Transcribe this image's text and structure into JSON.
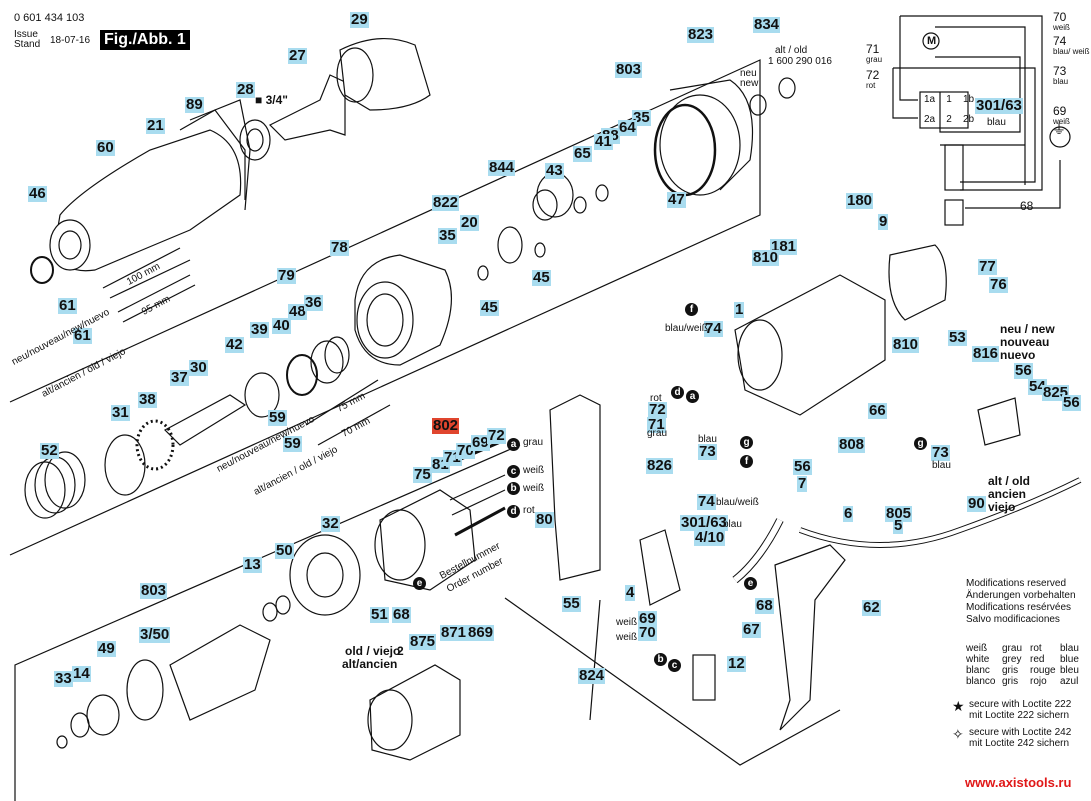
{
  "header": {
    "part_number": "0 601 434 103",
    "issue_label": "Issue",
    "stand_label": "Stand",
    "issue_date": "18-07-16",
    "figure_label": "Fig./Abb. 1"
  },
  "part_labels": [
    {
      "id": "29"
    },
    {
      "id": "27"
    },
    {
      "id": "28"
    },
    {
      "id": "89"
    },
    {
      "id": "21"
    },
    {
      "id": "60"
    },
    {
      "id": "46"
    },
    {
      "id": "61a",
      "text": "61"
    },
    {
      "id": "61b",
      "text": "61"
    },
    {
      "id": "823"
    },
    {
      "id": "834"
    },
    {
      "id": "803a",
      "text": "803"
    },
    {
      "id": "35a",
      "text": "35"
    },
    {
      "id": "88"
    },
    {
      "id": "64"
    },
    {
      "id": "41"
    },
    {
      "id": "65"
    },
    {
      "id": "47"
    },
    {
      "id": "844"
    },
    {
      "id": "43"
    },
    {
      "id": "45a",
      "text": "45"
    },
    {
      "id": "45b",
      "text": "45"
    },
    {
      "id": "822"
    },
    {
      "id": "35b",
      "text": "35"
    },
    {
      "id": "20"
    },
    {
      "id": "78"
    },
    {
      "id": "79"
    },
    {
      "id": "42"
    },
    {
      "id": "39"
    },
    {
      "id": "40"
    },
    {
      "id": "48"
    },
    {
      "id": "36"
    },
    {
      "id": "37"
    },
    {
      "id": "30"
    },
    {
      "id": "38"
    },
    {
      "id": "31"
    },
    {
      "id": "52"
    },
    {
      "id": "59a",
      "text": "59"
    },
    {
      "id": "59b",
      "text": "59"
    },
    {
      "id": "802"
    },
    {
      "id": "75"
    },
    {
      "id": "81"
    },
    {
      "id": "71a",
      "text": "71"
    },
    {
      "id": "70a",
      "text": "70"
    },
    {
      "id": "69a",
      "text": "69"
    },
    {
      "id": "72a",
      "text": "72"
    },
    {
      "id": "80"
    },
    {
      "id": "55"
    },
    {
      "id": "32"
    },
    {
      "id": "50"
    },
    {
      "id": "13"
    },
    {
      "id": "51"
    },
    {
      "id": "68a",
      "text": "68"
    },
    {
      "id": "803b",
      "text": "803"
    },
    {
      "id": "14"
    },
    {
      "id": "3/50"
    },
    {
      "id": "49"
    },
    {
      "id": "33"
    },
    {
      "id": "875"
    },
    {
      "id": "871"
    },
    {
      "id": "869"
    },
    {
      "id": "180"
    },
    {
      "id": "9"
    },
    {
      "id": "181"
    },
    {
      "id": "810a",
      "text": "810"
    },
    {
      "id": "1"
    },
    {
      "id": "74a",
      "text": "74"
    },
    {
      "id": "77"
    },
    {
      "id": "76"
    },
    {
      "id": "53"
    },
    {
      "id": "810b",
      "text": "810"
    },
    {
      "id": "816"
    },
    {
      "id": "56a",
      "text": "56"
    },
    {
      "id": "54"
    },
    {
      "id": "825"
    },
    {
      "id": "56b",
      "text": "56"
    },
    {
      "id": "66"
    },
    {
      "id": "808"
    },
    {
      "id": "73a",
      "text": "73"
    },
    {
      "id": "72b",
      "text": "72"
    },
    {
      "id": "71b",
      "text": "71"
    },
    {
      "id": "73b",
      "text": "73"
    },
    {
      "id": "826"
    },
    {
      "id": "74b",
      "text": "74"
    },
    {
      "id": "301/63a",
      "text": "301/63"
    },
    {
      "id": "4/10"
    },
    {
      "id": "56c",
      "text": "56"
    },
    {
      "id": "7"
    },
    {
      "id": "6"
    },
    {
      "id": "805"
    },
    {
      "id": "5"
    },
    {
      "id": "90"
    },
    {
      "id": "4"
    },
    {
      "id": "69b",
      "text": "69"
    },
    {
      "id": "70b",
      "text": "70"
    },
    {
      "id": "68b",
      "text": "68"
    },
    {
      "id": "67"
    },
    {
      "id": "12"
    },
    {
      "id": "824"
    },
    {
      "id": "62"
    },
    {
      "id": "301/63b",
      "text": "301/63"
    }
  ],
  "annotations": {
    "square_drive": "■ 3/4\"",
    "old_part": "alt / old",
    "old_part_number": "1 600 290 016",
    "neu": "neu",
    "new": "new",
    "len_100": "100 mm",
    "len_95": "95 mm",
    "len_75": "75 mm",
    "len_70": "70 mm",
    "new_multi": "neu/nouveau/new/nuevo",
    "old_multi": "alt/ancien / old / viejo",
    "order_number_de": "Bestellnummer",
    "order_number_en": "Order number",
    "old_viejo": "old / viejo",
    "alt_ancien": "alt/ancien",
    "stator_2": "2",
    "new_block": [
      "neu / new",
      "nouveau",
      "nuevo"
    ],
    "old_block": [
      "alt / old",
      "ancien",
      "viejo"
    ],
    "wire_grau": "grau",
    "wire_weiss": "weiß",
    "wire_rot": "rot",
    "wire_blau": "blau",
    "wire_blau_weiss": "blau/weiß",
    "connector_letters": [
      "a",
      "b",
      "c",
      "d",
      "e",
      "f",
      "g"
    ]
  },
  "wiring_diagram": {
    "wires": [
      {
        "num": "70",
        "color": "weiß"
      },
      {
        "num": "74",
        "color": "blau/ weiß"
      },
      {
        "num": "73",
        "color": "blau"
      },
      {
        "num": "69",
        "color": "weiß"
      },
      {
        "num": "71",
        "color": "grau"
      },
      {
        "num": "72",
        "color": "rot"
      },
      {
        "num": "68",
        "color": ""
      }
    ],
    "switch_pins_top": [
      "1a",
      "1",
      "1b"
    ],
    "switch_pins_bottom": [
      "2a",
      "2",
      "2b"
    ],
    "switch_label": "301/63",
    "switch_color": "blau",
    "motor_label": "M"
  },
  "legend": {
    "modifications": [
      "Modifications reserved",
      "Änderungen vorbehalten",
      "Modifications resérvées",
      "Salvo modificaciones"
    ],
    "color_table": [
      [
        "weiß",
        "grau",
        "rot",
        "blau"
      ],
      [
        "white",
        "grey",
        "red",
        "blue"
      ],
      [
        "blanc",
        "gris",
        "rouge",
        "bleu"
      ],
      [
        "blanco",
        "gris",
        "rojo",
        "azul"
      ]
    ],
    "loctite_222": [
      "secure with Loctite 222",
      "mit Loctite 222 sichern"
    ],
    "loctite_242": [
      "secure with Loctite 242",
      "mit Loctite 242 sichern"
    ]
  },
  "website": "www.axistools.ru",
  "colors": {
    "label_bg": "#a9dcef",
    "highlight_label_bg": "#e0452e",
    "website": "#e01818"
  }
}
